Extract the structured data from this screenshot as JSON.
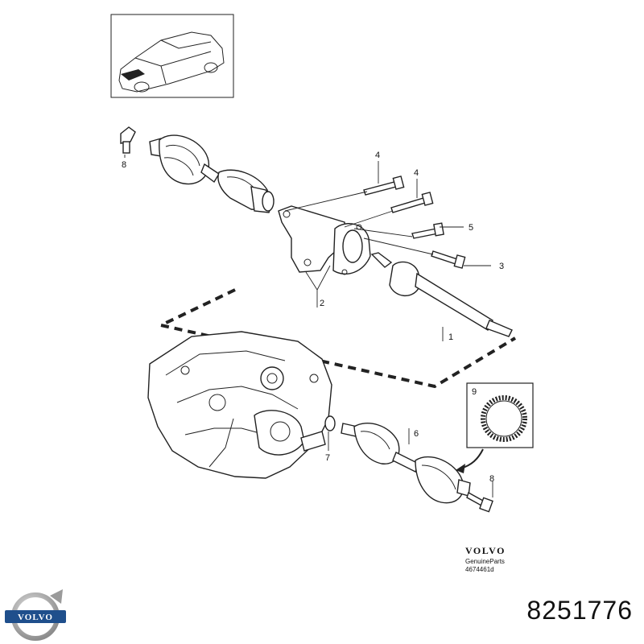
{
  "callouts": {
    "c1": "1",
    "c2": "2",
    "c3": "3",
    "c4a": "4",
    "c4b": "4",
    "c5": "5",
    "c6": "6",
    "c7": "7",
    "c8a": "8",
    "c8b": "8",
    "c9": "9"
  },
  "brand": {
    "name": "VOLVO",
    "subtitle": "GenuineParts",
    "code": "4674461d"
  },
  "logo": {
    "text": "VOLVO",
    "color": "#1f4f8c"
  },
  "part_number": "8251776",
  "icons": [
    "car-thumbnail-icon",
    "volvo-logo-icon"
  ]
}
